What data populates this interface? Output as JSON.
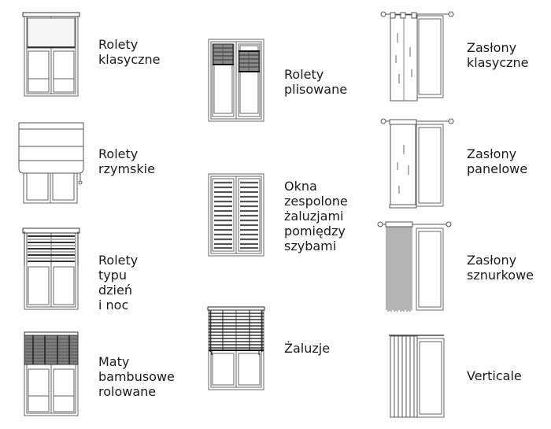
{
  "items": [
    {
      "id": "rolety-klasyczne",
      "label": "Rolety\nklasyczne"
    },
    {
      "id": "rolety-rzymskie",
      "label": "Rolety\nrzymskie"
    },
    {
      "id": "rolety-dzien-noc",
      "label": "Rolety typu\ndzień i noc"
    },
    {
      "id": "maty-bambusowe",
      "label": "Maty\nbambusowe\nrolowane"
    },
    {
      "id": "rolety-plisowane",
      "label": "Rolety\nplisowane"
    },
    {
      "id": "okna-zespolone",
      "label": "Okna\nzespolone\nżaluzjami\npomiędzy\nszybami"
    },
    {
      "id": "zaluzje",
      "label": "Żaluzje"
    },
    {
      "id": "zaslony-klasyczne",
      "label": "Zasłony\nklasyczne"
    },
    {
      "id": "zaslony-panelowe",
      "label": "Zasłony\npanelowe"
    },
    {
      "id": "zaslony-sznurkowe",
      "label": "Zasłony\nsznurkowe"
    },
    {
      "id": "verticale",
      "label": "Verticale"
    }
  ],
  "colors": {
    "line": "#555555",
    "fill_dark": "#7a7a7a",
    "fill_light": "#f4f4f4"
  }
}
